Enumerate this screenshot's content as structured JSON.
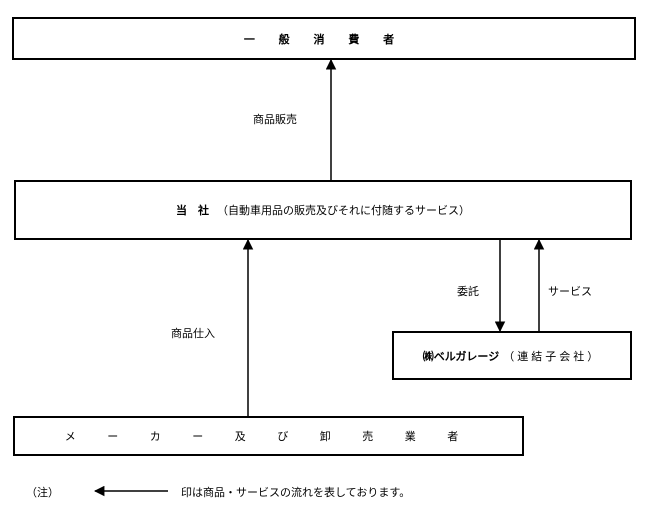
{
  "boxes": {
    "consumer": "一 般 消 費 者",
    "company_title": "当　社",
    "company_detail": "（自動車用品の販売及びそれに付随するサービス）",
    "subsidiary_title": "㈱ベルガレージ",
    "subsidiary_detail": "（連結子会社）",
    "maker": "メ ー カ ー 及 び 卸 売 業 者"
  },
  "flows": {
    "sales": "商品販売",
    "purchase": "商品仕入",
    "outsourcing": "委託",
    "service": "サービス"
  },
  "note": {
    "marker": "（注）",
    "text": "印は商品・サービスの流れを表しております。"
  }
}
